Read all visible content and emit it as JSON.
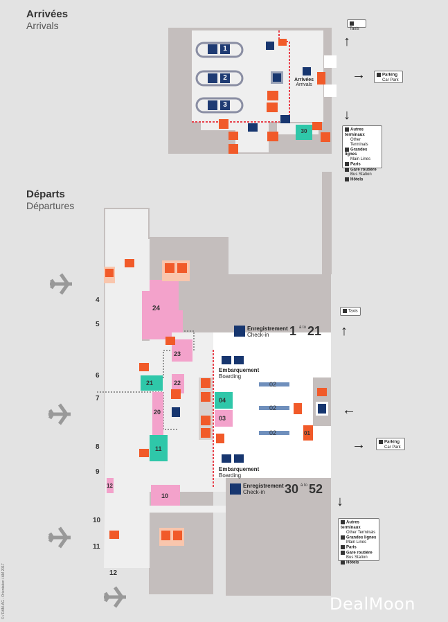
{
  "sections": {
    "arrivals": {
      "title": "Arrivées",
      "subtitle": "Arrivals"
    },
    "departures": {
      "title": "Départs",
      "subtitle": "Départures"
    }
  },
  "arrivals_zone": {
    "label_fr": "Arrivées",
    "label_en": "Arrivals",
    "baggage_belts": [
      "1",
      "2",
      "3"
    ],
    "shop_number": "30"
  },
  "departures_zone": {
    "checkin_a": {
      "label_fr": "Enregistrement",
      "label_en": "Check-in",
      "from": "1",
      "to_word": "à to",
      "to": "21"
    },
    "checkin_b": {
      "label_fr": "Enregistrement",
      "label_en": "Check-in",
      "from": "30",
      "to_word": "à to",
      "to": "52"
    },
    "boarding_top": {
      "label_fr": "Embarquement",
      "label_en": "Boarding"
    },
    "boarding_bottom": {
      "label_fr": "Embarquement",
      "label_en": "Boarding"
    },
    "security_lanes": [
      "02",
      "02",
      "02"
    ],
    "gate_numbers": [
      "4",
      "5",
      "6",
      "7",
      "8",
      "9",
      "10",
      "11",
      "12"
    ],
    "shop_numbers": [
      "24",
      "23",
      "22",
      "21",
      "20",
      "11",
      "12",
      "10",
      "04",
      "03",
      "01"
    ]
  },
  "signs": {
    "taxis": "Taxis",
    "parking_fr": "Parking",
    "parking_en": "Car Park",
    "transport_lines": [
      "Autres terminaux",
      "Other Terminals",
      "Grandes lignes",
      "Main Lines",
      "Paris",
      "Gare routière",
      "Bus Station",
      "Hôtels"
    ]
  },
  "colors": {
    "background": "#e3e3e3",
    "building": "#c4bebd",
    "public_area": "#efefef",
    "shop_pink": "#f3a2cb",
    "shop_teal": "#2fc7a9",
    "service_orange": "#f15a29",
    "service_salmon": "#f9c6ad",
    "navy": "#17366f",
    "red_line": "#e8414b"
  },
  "footer": {
    "watermark": "DealMoon",
    "credit": "© / DAM-AG - Orientation / AM 2017"
  }
}
